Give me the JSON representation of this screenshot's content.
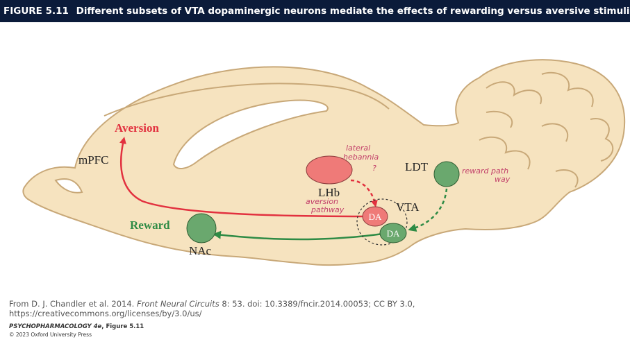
{
  "figure": {
    "number": "FIGURE 5.11",
    "title": "Different subsets of VTA dopaminergic neurons mediate the effects of rewarding versus aversive stimuli"
  },
  "labels": {
    "aversion": "Aversion",
    "reward": "Reward",
    "mpfc": "mPFC",
    "nac": "NAc",
    "lhb": "LHb",
    "ldt": "LDT",
    "vta": "VTA",
    "da_top": "DA",
    "da_bottom": "DA"
  },
  "annotations": {
    "lateral_line1": "lateral",
    "lateral_line2": "hebannia",
    "lateral_q": "?",
    "aversion_line1": "aversion",
    "aversion_line2": "pathway",
    "reward_line1": "reward path",
    "reward_line2": "way"
  },
  "credit": {
    "prefix": "From D. J. Chandler et al. 2014. ",
    "journal": "Front Neural Circuits",
    "suffix": " 8: 53. doi: 10.3389/fncir.2014.00053; CC BY 3.0,",
    "line2": "https://creativecommons.org/licenses/by/3.0/us/"
  },
  "book": {
    "title": "PSYCHOPHARMACOLOGY 4e",
    "figure": ", Figure 5.11",
    "copyright": "© 2023 Oxford University Press"
  },
  "colors": {
    "brain_fill": "#f6e3bf",
    "brain_stroke": "#c8a878",
    "aversion_red": "#e2313f",
    "reward_green": "#2e8b45",
    "node_green": "#6aa86e",
    "node_red": "#ef7a78",
    "annotation_pink": "#c2406a"
  }
}
